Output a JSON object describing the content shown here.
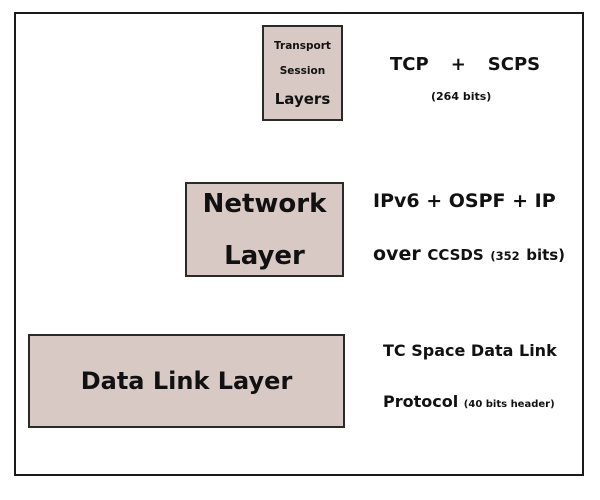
{
  "layers": {
    "transport": {
      "line1": "Transport",
      "line2": "Session",
      "line3": "Layers"
    },
    "network": {
      "line1": "Network",
      "line2": "Layer"
    },
    "datalink": {
      "label": "Data Link Layer"
    }
  },
  "descriptions": {
    "transport": {
      "proto_a": "TCP",
      "plus": "+",
      "proto_b": "SCPS",
      "size": "(264 bits)"
    },
    "network": {
      "line1": "IPv6 + OSPF + IP",
      "over": "over",
      "ccsds": "CCSDS",
      "size": "(352",
      "bits": "bits)"
    },
    "datalink": {
      "line1": "TC Space Data Link",
      "protocol": "Protocol",
      "header": "(40 bits header)"
    }
  },
  "colors": {
    "box_fill": "#d9c9c5",
    "border": "#1a1a1a",
    "text": "#111111"
  }
}
